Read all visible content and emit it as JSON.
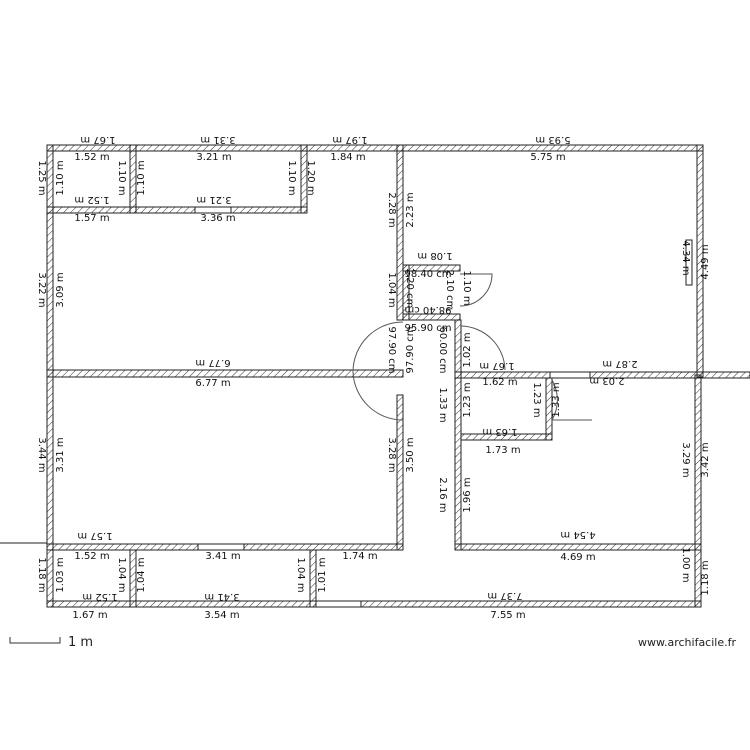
{
  "plan": {
    "watermark": "www.archifacile.fr",
    "scale_label": "1 m",
    "colors": {
      "wall_stroke": "#222222",
      "hatch": "#333333",
      "door_arc": "#555555",
      "background": "#ffffff"
    },
    "labels": [
      "1.67 m",
      "3.31 m",
      "1.97 m",
      "5.93 m",
      "1.52 m",
      "3.21 m",
      "1.84 m",
      "5.75 m",
      "1.25 m",
      "1.10 m",
      "1.10 m",
      "1.10 m",
      "1.10 m",
      "1.20 m",
      "1.52 m",
      "3.21 m",
      "1.57 m",
      "3.36 m",
      "2.28 m",
      "2.23 m",
      "3.22 m",
      "3.09 m",
      "1.04 m",
      "1.08 m",
      "98.40 cm",
      "1.20 cm",
      "2.10 cm",
      "1.10 m",
      "98.40 cm",
      "95.90 cm",
      "97.90 cm",
      "97.90 cm",
      "60.00 cm",
      "1.02 m",
      "6.77 m",
      "6.77 m",
      "1.67 m",
      "1.62 m",
      "2.87 m",
      "2.03 m",
      "1.23 m",
      "1.23 m",
      "1.33 m",
      "1.33 m",
      "1.63 m",
      "1.73 m",
      "3.44 m",
      "3.31 m",
      "3.28 m",
      "3.50 m",
      "3.29 m",
      "3.42 m",
      "2.16 m",
      "1.96 m",
      "4.54 m",
      "4.69 m",
      "1.57 m",
      "1.52 m",
      "3.41 m",
      "1.74 m",
      "1.18 m",
      "1.03 m",
      "1.04 m",
      "1.04 m",
      "1.04 m",
      "1.01 m",
      "1.00 m",
      "1.18 m",
      "1.52 m",
      "3.41 m",
      "7.37 m",
      "1.67 m",
      "3.54 m",
      "7.55 m",
      "4.34 m",
      "4.49 m"
    ]
  }
}
